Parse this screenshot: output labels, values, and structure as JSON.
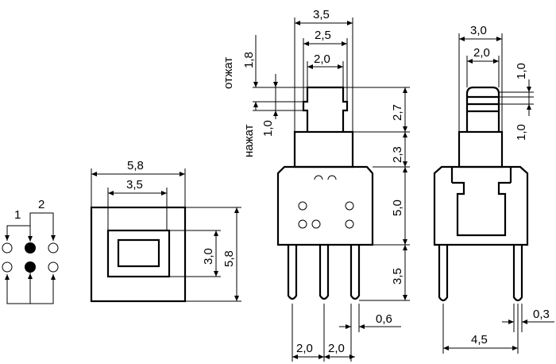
{
  "pin_diagram": {
    "labels": [
      "1",
      "2"
    ]
  },
  "top_view": {
    "width_outer": "5,8",
    "width_inner": "3,5",
    "height_inner": "3,0",
    "height_outer": "5,8"
  },
  "front_view": {
    "width_top": "3,5",
    "width_mid": "2,5",
    "width_plunger": "2,0",
    "released_label": "отжат",
    "released_travel": "1,8",
    "pressed_label": "нажат",
    "pressed_travel": "1,0",
    "height_plunger": "2,7",
    "height_neck": "2,3",
    "height_body": "5,0",
    "height_leads": "3,5",
    "lead_thickness": "0,6",
    "pitch_left": "2,0",
    "pitch_right": "2,0"
  },
  "side_view": {
    "width_neck": "3,0",
    "width_plunger": "2,0",
    "step_top": "1,0",
    "step_bottom": "1,0",
    "lead_spacing": "4,5",
    "lead_thickness": "0,3"
  }
}
